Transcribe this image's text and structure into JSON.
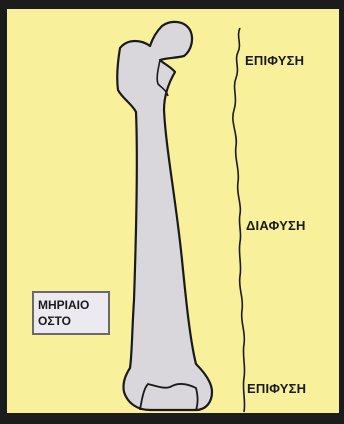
{
  "labels": {
    "top": "ΕΠΙΦΥΣΗ",
    "middle": "ΔΙΑΦΥΣΗ",
    "bottom": "ΕΠΙΦΥΣΗ"
  },
  "name_box": {
    "line1": "ΜΗΡΙΑΙΟ",
    "line2": "ΟΣΤΟ"
  },
  "colors": {
    "background": "#f8f09a",
    "bone_fill": "#d9d6dc",
    "outline": "#1a1a1a",
    "frame": "#1c1c1c"
  }
}
